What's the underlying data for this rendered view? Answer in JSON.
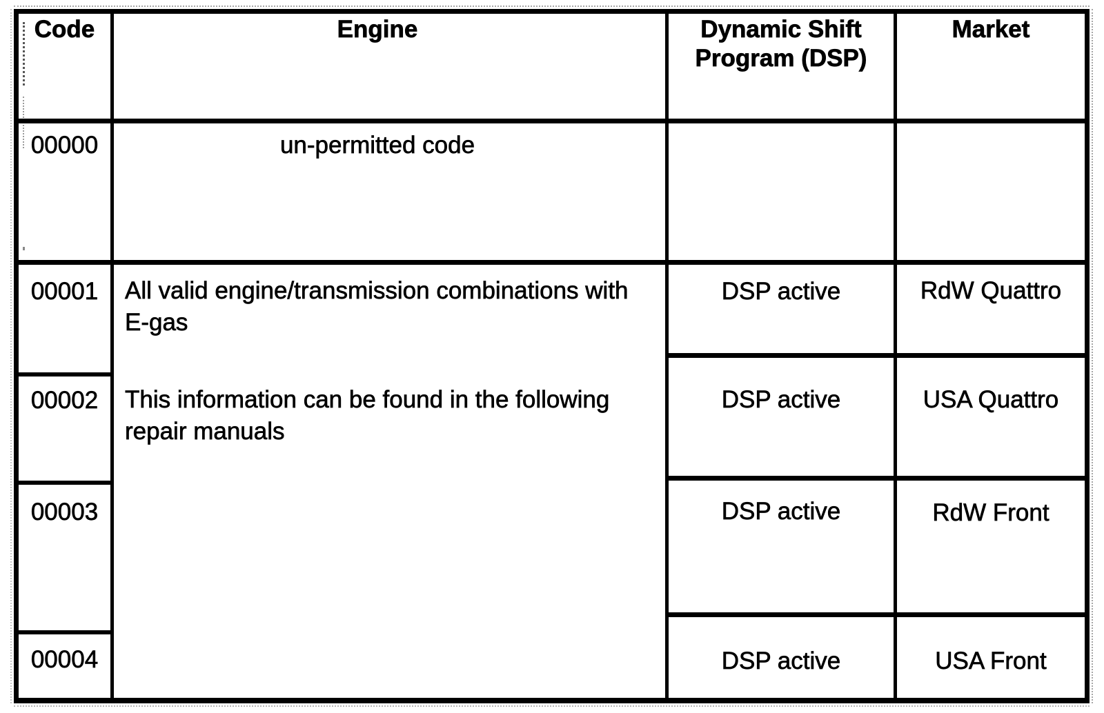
{
  "page": {
    "paper_color": "#ffffff",
    "ink_color": "#000000"
  },
  "table": {
    "header": {
      "code": "Code",
      "engine": "Engine",
      "dsp": "Dynamic Shift Program (DSP)",
      "market": "Market"
    },
    "engine_merged": {
      "line1": "All valid engine/transmission combinations with E-gas",
      "line2": "This information can be found in the following repair manuals"
    },
    "rows": [
      {
        "code": "00000",
        "engine": "un-permitted code",
        "dsp": "",
        "market": ""
      },
      {
        "code": "00001",
        "dsp": "DSP active",
        "market": "RdW Quattro"
      },
      {
        "code": "00002",
        "dsp": "DSP active",
        "market": "USA Quattro"
      },
      {
        "code": "00003",
        "dsp": "DSP active",
        "market": "RdW Front"
      },
      {
        "code": "00004",
        "dsp": "DSP active",
        "market": "USA Front"
      }
    ]
  }
}
